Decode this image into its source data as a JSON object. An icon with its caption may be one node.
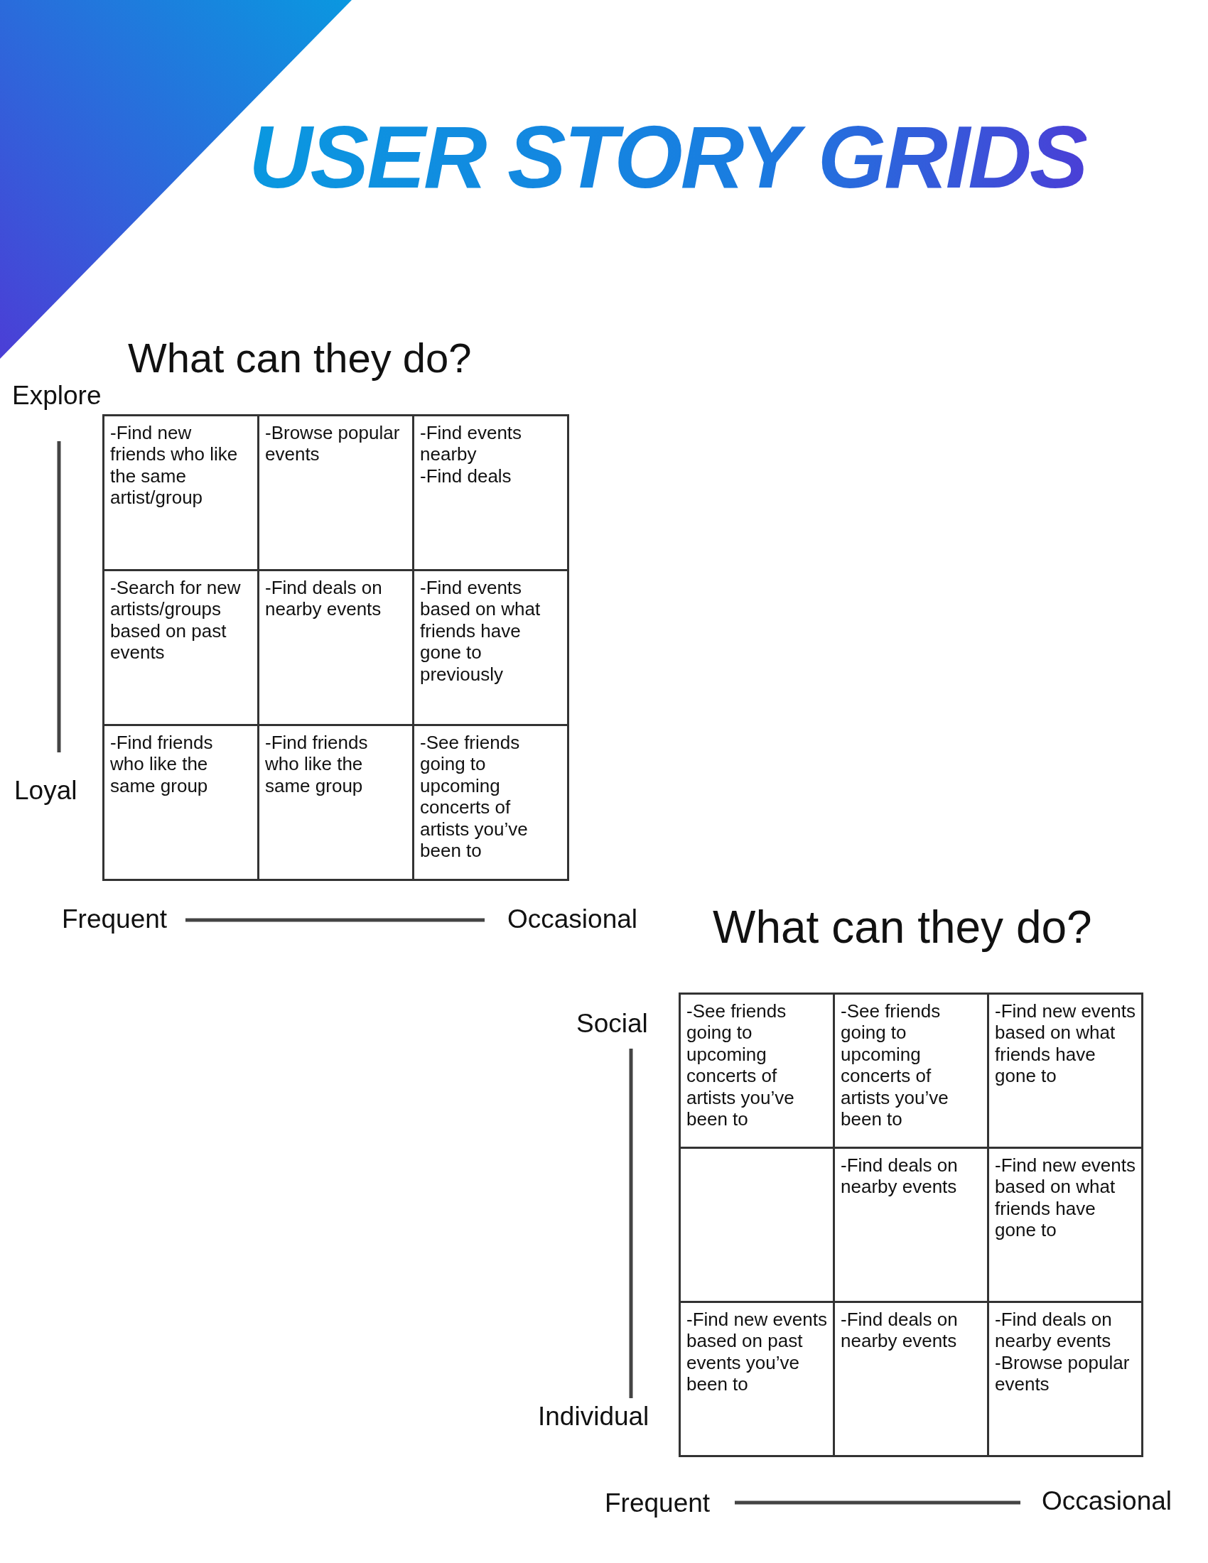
{
  "diagram": {
    "title": "USER STORY GRIDS",
    "nodes": [
      {
        "text": [
          "-Find new friends who like the same artist/group"
        ]
      },
      {
        "text": [
          "-Browse popular events"
        ]
      },
      {
        "text": [
          "-Find events nearby",
          "-Find deals"
        ]
      },
      {
        "text": [
          "-Search for new artists/groups based on past events"
        ]
      },
      {
        "text": [
          "-Find deals on nearby events"
        ]
      },
      {
        "text": [
          "-Find events based on what friends have gone to previously"
        ]
      },
      {
        "text": [
          "-Find friends who like the same group"
        ]
      },
      {
        "text": [
          "-Find friends who like the same group"
        ]
      },
      {
        "text": [
          "-See friends going to upcoming concerts of artists you’ve been to"
        ]
      },
      {
        "text": [
          "-See friends going to upcoming concerts of artists you’ve been to"
        ]
      },
      {
        "text": [
          "-See friends going to upcoming concerts of artists you’ve been to"
        ]
      },
      {
        "text": [
          "-Find new events based on what friends have gone to"
        ]
      },
      {
        "text": [],
        "shape": "box"
      },
      {
        "text": [
          "-Find deals on nearby events"
        ]
      },
      {
        "text": [
          "-Find new events based on what friends have gone to"
        ]
      },
      {
        "text": [
          "-Find new events based on past events you’ve been to"
        ]
      },
      {
        "text": [
          "-Find deals on nearby events"
        ]
      },
      {
        "text": [
          "-Find deals on nearby events",
          "-Browse popular events"
        ]
      }
    ],
    "labels": [
      "What can they do?",
      "Explore",
      "Loyal",
      "Frequent",
      "Occasional",
      "What can they do?",
      "Social",
      "Individual",
      "Frequent",
      "Occasional"
    ]
  }
}
